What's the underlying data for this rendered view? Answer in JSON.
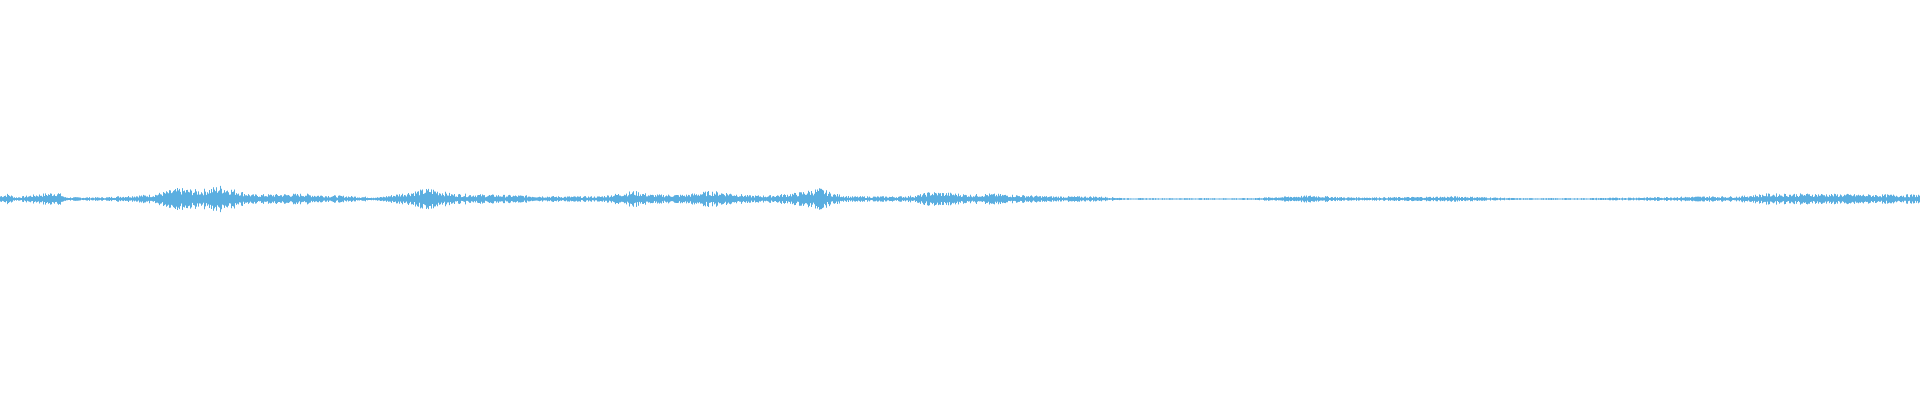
{
  "waveform": {
    "color": "#5aaee0",
    "background": "#ffffff",
    "amplitude_profile": [
      {
        "t": 0.0,
        "a": 0.04
      },
      {
        "t": 0.004,
        "a": 0.06
      },
      {
        "t": 0.008,
        "a": 0.02
      },
      {
        "t": 0.018,
        "a": 0.05
      },
      {
        "t": 0.03,
        "a": 0.08
      },
      {
        "t": 0.034,
        "a": 0.02
      },
      {
        "t": 0.055,
        "a": 0.02
      },
      {
        "t": 0.06,
        "a": 0.03
      },
      {
        "t": 0.079,
        "a": 0.05
      },
      {
        "t": 0.093,
        "a": 0.12
      },
      {
        "t": 0.104,
        "a": 0.1
      },
      {
        "t": 0.115,
        "a": 0.15
      },
      {
        "t": 0.131,
        "a": 0.05
      },
      {
        "t": 0.159,
        "a": 0.06
      },
      {
        "t": 0.162,
        "a": 0.05
      },
      {
        "t": 0.186,
        "a": 0.03
      },
      {
        "t": 0.197,
        "a": 0.02
      },
      {
        "t": 0.224,
        "a": 0.12
      },
      {
        "t": 0.235,
        "a": 0.06
      },
      {
        "t": 0.273,
        "a": 0.04
      },
      {
        "t": 0.292,
        "a": 0.03
      },
      {
        "t": 0.312,
        "a": 0.03
      },
      {
        "t": 0.33,
        "a": 0.09
      },
      {
        "t": 0.339,
        "a": 0.05
      },
      {
        "t": 0.347,
        "a": 0.05
      },
      {
        "t": 0.357,
        "a": 0.05
      },
      {
        "t": 0.37,
        "a": 0.09
      },
      {
        "t": 0.38,
        "a": 0.07
      },
      {
        "t": 0.39,
        "a": 0.04
      },
      {
        "t": 0.4,
        "a": 0.04
      },
      {
        "t": 0.415,
        "a": 0.07
      },
      {
        "t": 0.427,
        "a": 0.12
      },
      {
        "t": 0.434,
        "a": 0.06
      },
      {
        "t": 0.443,
        "a": 0.03
      },
      {
        "t": 0.46,
        "a": 0.03
      },
      {
        "t": 0.468,
        "a": 0.03
      },
      {
        "t": 0.477,
        "a": 0.04
      },
      {
        "t": 0.484,
        "a": 0.08
      },
      {
        "t": 0.494,
        "a": 0.07
      },
      {
        "t": 0.505,
        "a": 0.05
      },
      {
        "t": 0.515,
        "a": 0.06
      },
      {
        "t": 0.525,
        "a": 0.05
      },
      {
        "t": 0.548,
        "a": 0.03
      },
      {
        "t": 0.571,
        "a": 0.03
      },
      {
        "t": 0.587,
        "a": 0.01
      },
      {
        "t": 0.62,
        "a": 0.01
      },
      {
        "t": 0.65,
        "a": 0.01
      },
      {
        "t": 0.683,
        "a": 0.04
      },
      {
        "t": 0.7,
        "a": 0.02
      },
      {
        "t": 0.722,
        "a": 0.02
      },
      {
        "t": 0.76,
        "a": 0.03
      },
      {
        "t": 0.79,
        "a": 0.01
      },
      {
        "t": 0.825,
        "a": 0.01
      },
      {
        "t": 0.86,
        "a": 0.02
      },
      {
        "t": 0.89,
        "a": 0.03
      },
      {
        "t": 0.905,
        "a": 0.03
      },
      {
        "t": 0.92,
        "a": 0.06
      },
      {
        "t": 0.945,
        "a": 0.06
      },
      {
        "t": 0.975,
        "a": 0.05
      },
      {
        "t": 0.995,
        "a": 0.05
      }
    ]
  }
}
